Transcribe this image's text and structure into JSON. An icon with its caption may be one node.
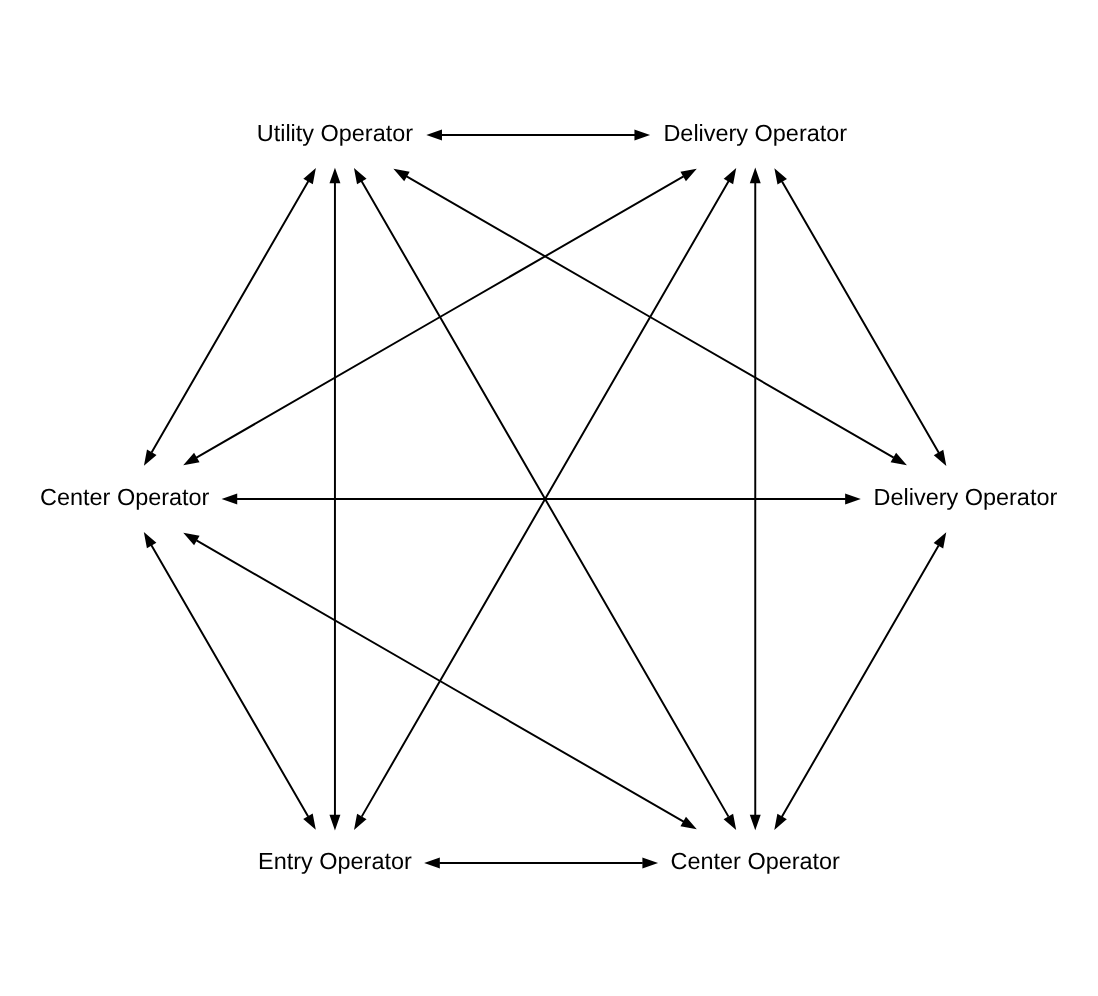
{
  "diagram": {
    "nodes": [
      {
        "text": [
          "Center Operator"
        ]
      },
      {
        "text": [
          "Utility Operator"
        ]
      },
      {
        "text": [
          "Center Operator"
        ]
      },
      {
        "text": [
          "Delivery Operator"
        ]
      },
      {
        "text": [
          "Entry Operator"
        ]
      },
      {
        "text": [
          "Delivery Operator"
        ]
      }
    ],
    "edges": [
      {
        "from": 0,
        "to": 1,
        "arrow": "both"
      },
      {
        "from": 0,
        "to": 2,
        "arrow": "both"
      },
      {
        "from": 0,
        "to": 3,
        "arrow": "both"
      },
      {
        "from": 0,
        "to": 4,
        "arrow": "both"
      },
      {
        "from": 0,
        "to": 5,
        "arrow": "both"
      },
      {
        "from": 1,
        "to": 2,
        "arrow": "both"
      },
      {
        "from": 1,
        "to": 3,
        "arrow": "both"
      },
      {
        "from": 1,
        "to": 4,
        "arrow": "both"
      },
      {
        "from": 1,
        "to": 5,
        "arrow": "both"
      },
      {
        "from": 2,
        "to": 3,
        "arrow": "both"
      },
      {
        "from": 2,
        "to": 4,
        "arrow": "both"
      },
      {
        "from": 2,
        "to": 5,
        "arrow": "both"
      },
      {
        "from": 3,
        "to": 5,
        "arrow": "both"
      },
      {
        "from": 4,
        "to": 5,
        "arrow": "both"
      }
    ]
  }
}
